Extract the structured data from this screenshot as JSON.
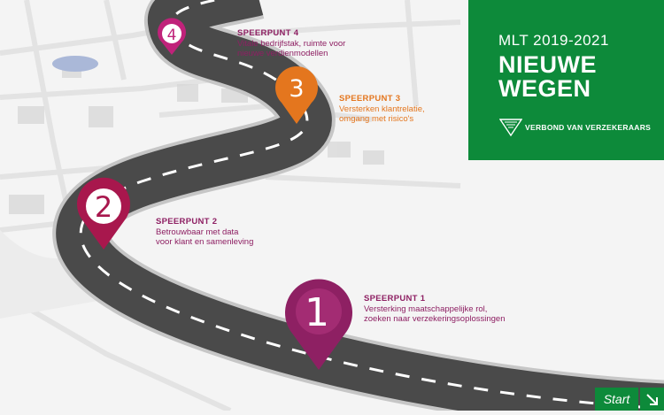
{
  "panel": {
    "period": "MLT 2019-2021",
    "headline_line1": "NIEUWE",
    "headline_line2": "WEGEN",
    "brand": "VERBOND VAN VERZEKERAARS",
    "brand_logo_icon": "triangle-logo-icon",
    "color": "#0d8a3a"
  },
  "speerpunten": [
    {
      "number": "1",
      "title": "SPEERPUNT 1",
      "line1": "Versterking maatschappelijke rol,",
      "line2": "zoeken naar verzekeringsoplossingen",
      "color": "#8e2063"
    },
    {
      "number": "2",
      "title": "SPEERPUNT 2",
      "line1": "Betrouwbaar met data",
      "line2": "voor klant en samenleving",
      "color": "#a8174d"
    },
    {
      "number": "3",
      "title": "SPEERPUNT 3",
      "line1": "Versterken klantrelatie,",
      "line2": "omgang met risico's",
      "color": "#e4761e"
    },
    {
      "number": "4",
      "title": "SPEERPUNT 4",
      "line1": "Vitale bedrijfstak, ruimte voor",
      "line2": "nieuwe verdienmodellen",
      "color": "#c0227a"
    }
  ],
  "start": {
    "label": "Start",
    "icon": "arrow-down-right-icon"
  }
}
